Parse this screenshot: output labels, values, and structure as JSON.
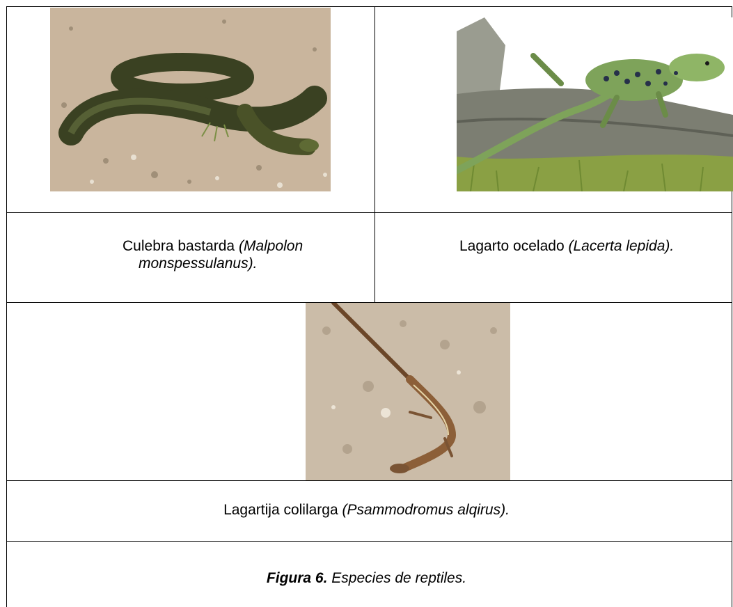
{
  "cells": {
    "snake": {
      "image": {
        "depicts": "snake",
        "icon": "snake-photo"
      },
      "common_name": "Culebra bastarda",
      "scientific_name_line1": "(Malpolon",
      "scientific_name_line2": "monspessulanus)."
    },
    "ocellated_lizard": {
      "image": {
        "depicts": "lizard",
        "icon": "ocellated-lizard-photo"
      },
      "common_name": "Lagarto ocelado",
      "scientific_name": "(Lacerta lepida)."
    },
    "psammodromus": {
      "image": {
        "depicts": "lizard",
        "icon": "long-tailed-lizard-photo"
      },
      "common_name": "Lagartija colilarga",
      "scientific_name": "(Psammodromus alqirus)."
    }
  },
  "figure": {
    "label": "Figura 6.",
    "caption": "Especies de reptiles."
  },
  "colors": {
    "border": "#000000",
    "background": "#ffffff",
    "soil": "#c9b59d",
    "snake": "#3a4122",
    "lizard_green": "#7ea35a",
    "log": "#8a8c80",
    "moss": "#8aa044"
  }
}
